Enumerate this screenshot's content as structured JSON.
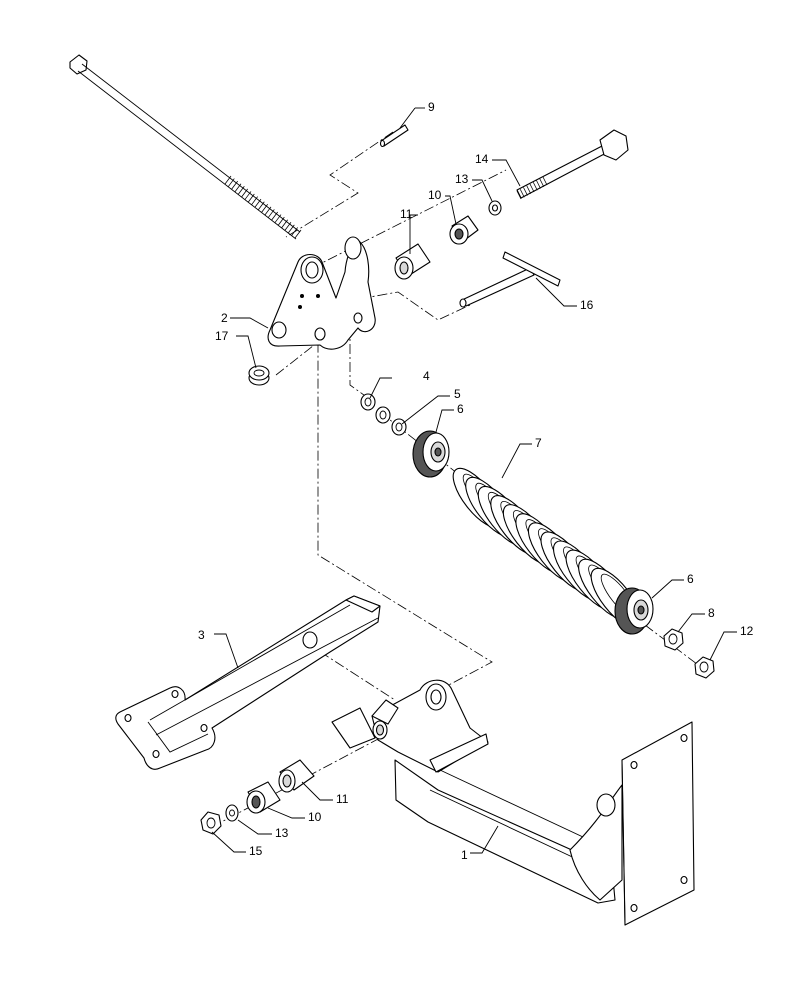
{
  "diagram": {
    "callouts": [
      {
        "id": "c1",
        "label": "1"
      },
      {
        "id": "c2",
        "label": "2"
      },
      {
        "id": "c3",
        "label": "3"
      },
      {
        "id": "c4",
        "label": "4"
      },
      {
        "id": "c5",
        "label": "5"
      },
      {
        "id": "c6a",
        "label": "6"
      },
      {
        "id": "c6b",
        "label": "6"
      },
      {
        "id": "c7",
        "label": "7"
      },
      {
        "id": "c8",
        "label": "8"
      },
      {
        "id": "c9",
        "label": "9"
      },
      {
        "id": "c10a",
        "label": "10"
      },
      {
        "id": "c10b",
        "label": "10"
      },
      {
        "id": "c11a",
        "label": "11"
      },
      {
        "id": "c11b",
        "label": "11"
      },
      {
        "id": "c12",
        "label": "12"
      },
      {
        "id": "c13a",
        "label": "13"
      },
      {
        "id": "c13b",
        "label": "13"
      },
      {
        "id": "c14",
        "label": "14"
      },
      {
        "id": "c15",
        "label": "15"
      },
      {
        "id": "c16",
        "label": "16"
      },
      {
        "id": "c17",
        "label": "17"
      }
    ]
  }
}
